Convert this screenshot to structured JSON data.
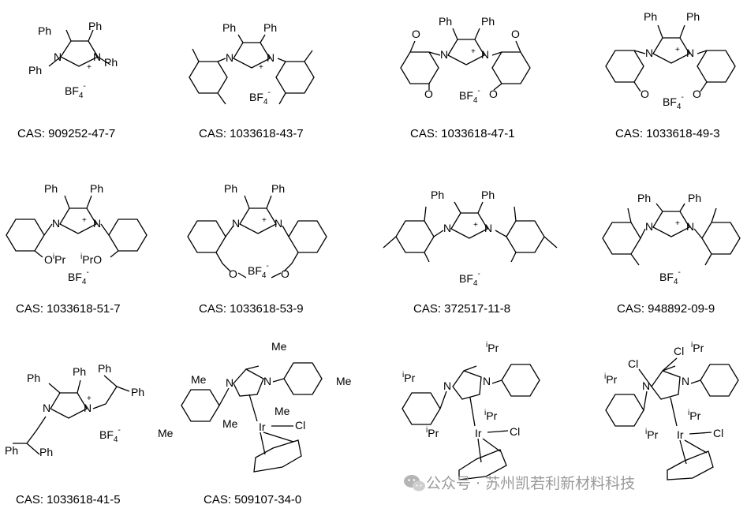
{
  "compounds": [
    {
      "cas": "CAS: 909252-47-7",
      "anion": "BF4-"
    },
    {
      "cas": "CAS: 1033618-43-7",
      "anion": "BF4-"
    },
    {
      "cas": "CAS: 1033618-47-1",
      "anion": "BF4-"
    },
    {
      "cas": "CAS: 1033618-49-3",
      "anion": "BF4-"
    },
    {
      "cas": "CAS: 1033618-51-7",
      "anion": "BF4-"
    },
    {
      "cas": "CAS: 1033618-53-9",
      "anion": "BF4-"
    },
    {
      "cas": "CAS: 372517-11-8",
      "anion": "BF4-"
    },
    {
      "cas": "CAS: 948892-09-9",
      "anion": "BF4-"
    },
    {
      "cas": "CAS: 1033618-41-5",
      "anion": "BF4-"
    },
    {
      "cas": "CAS: 509107-34-0",
      "anion": ""
    },
    {
      "cas": "",
      "anion": ""
    },
    {
      "cas": "",
      "anion": ""
    }
  ],
  "labels": {
    "ph": "Ph",
    "n": "N",
    "plus": "+",
    "bf": "BF",
    "sub4": "4",
    "minus": "-",
    "me": "Me",
    "ir": "Ir",
    "cl": "Cl",
    "pr": "Pr",
    "i": "i",
    "ipr_o": "O",
    "ipro": "O",
    "o": "O"
  },
  "watermark": "公众号 · 苏州凯若利新材料科技"
}
